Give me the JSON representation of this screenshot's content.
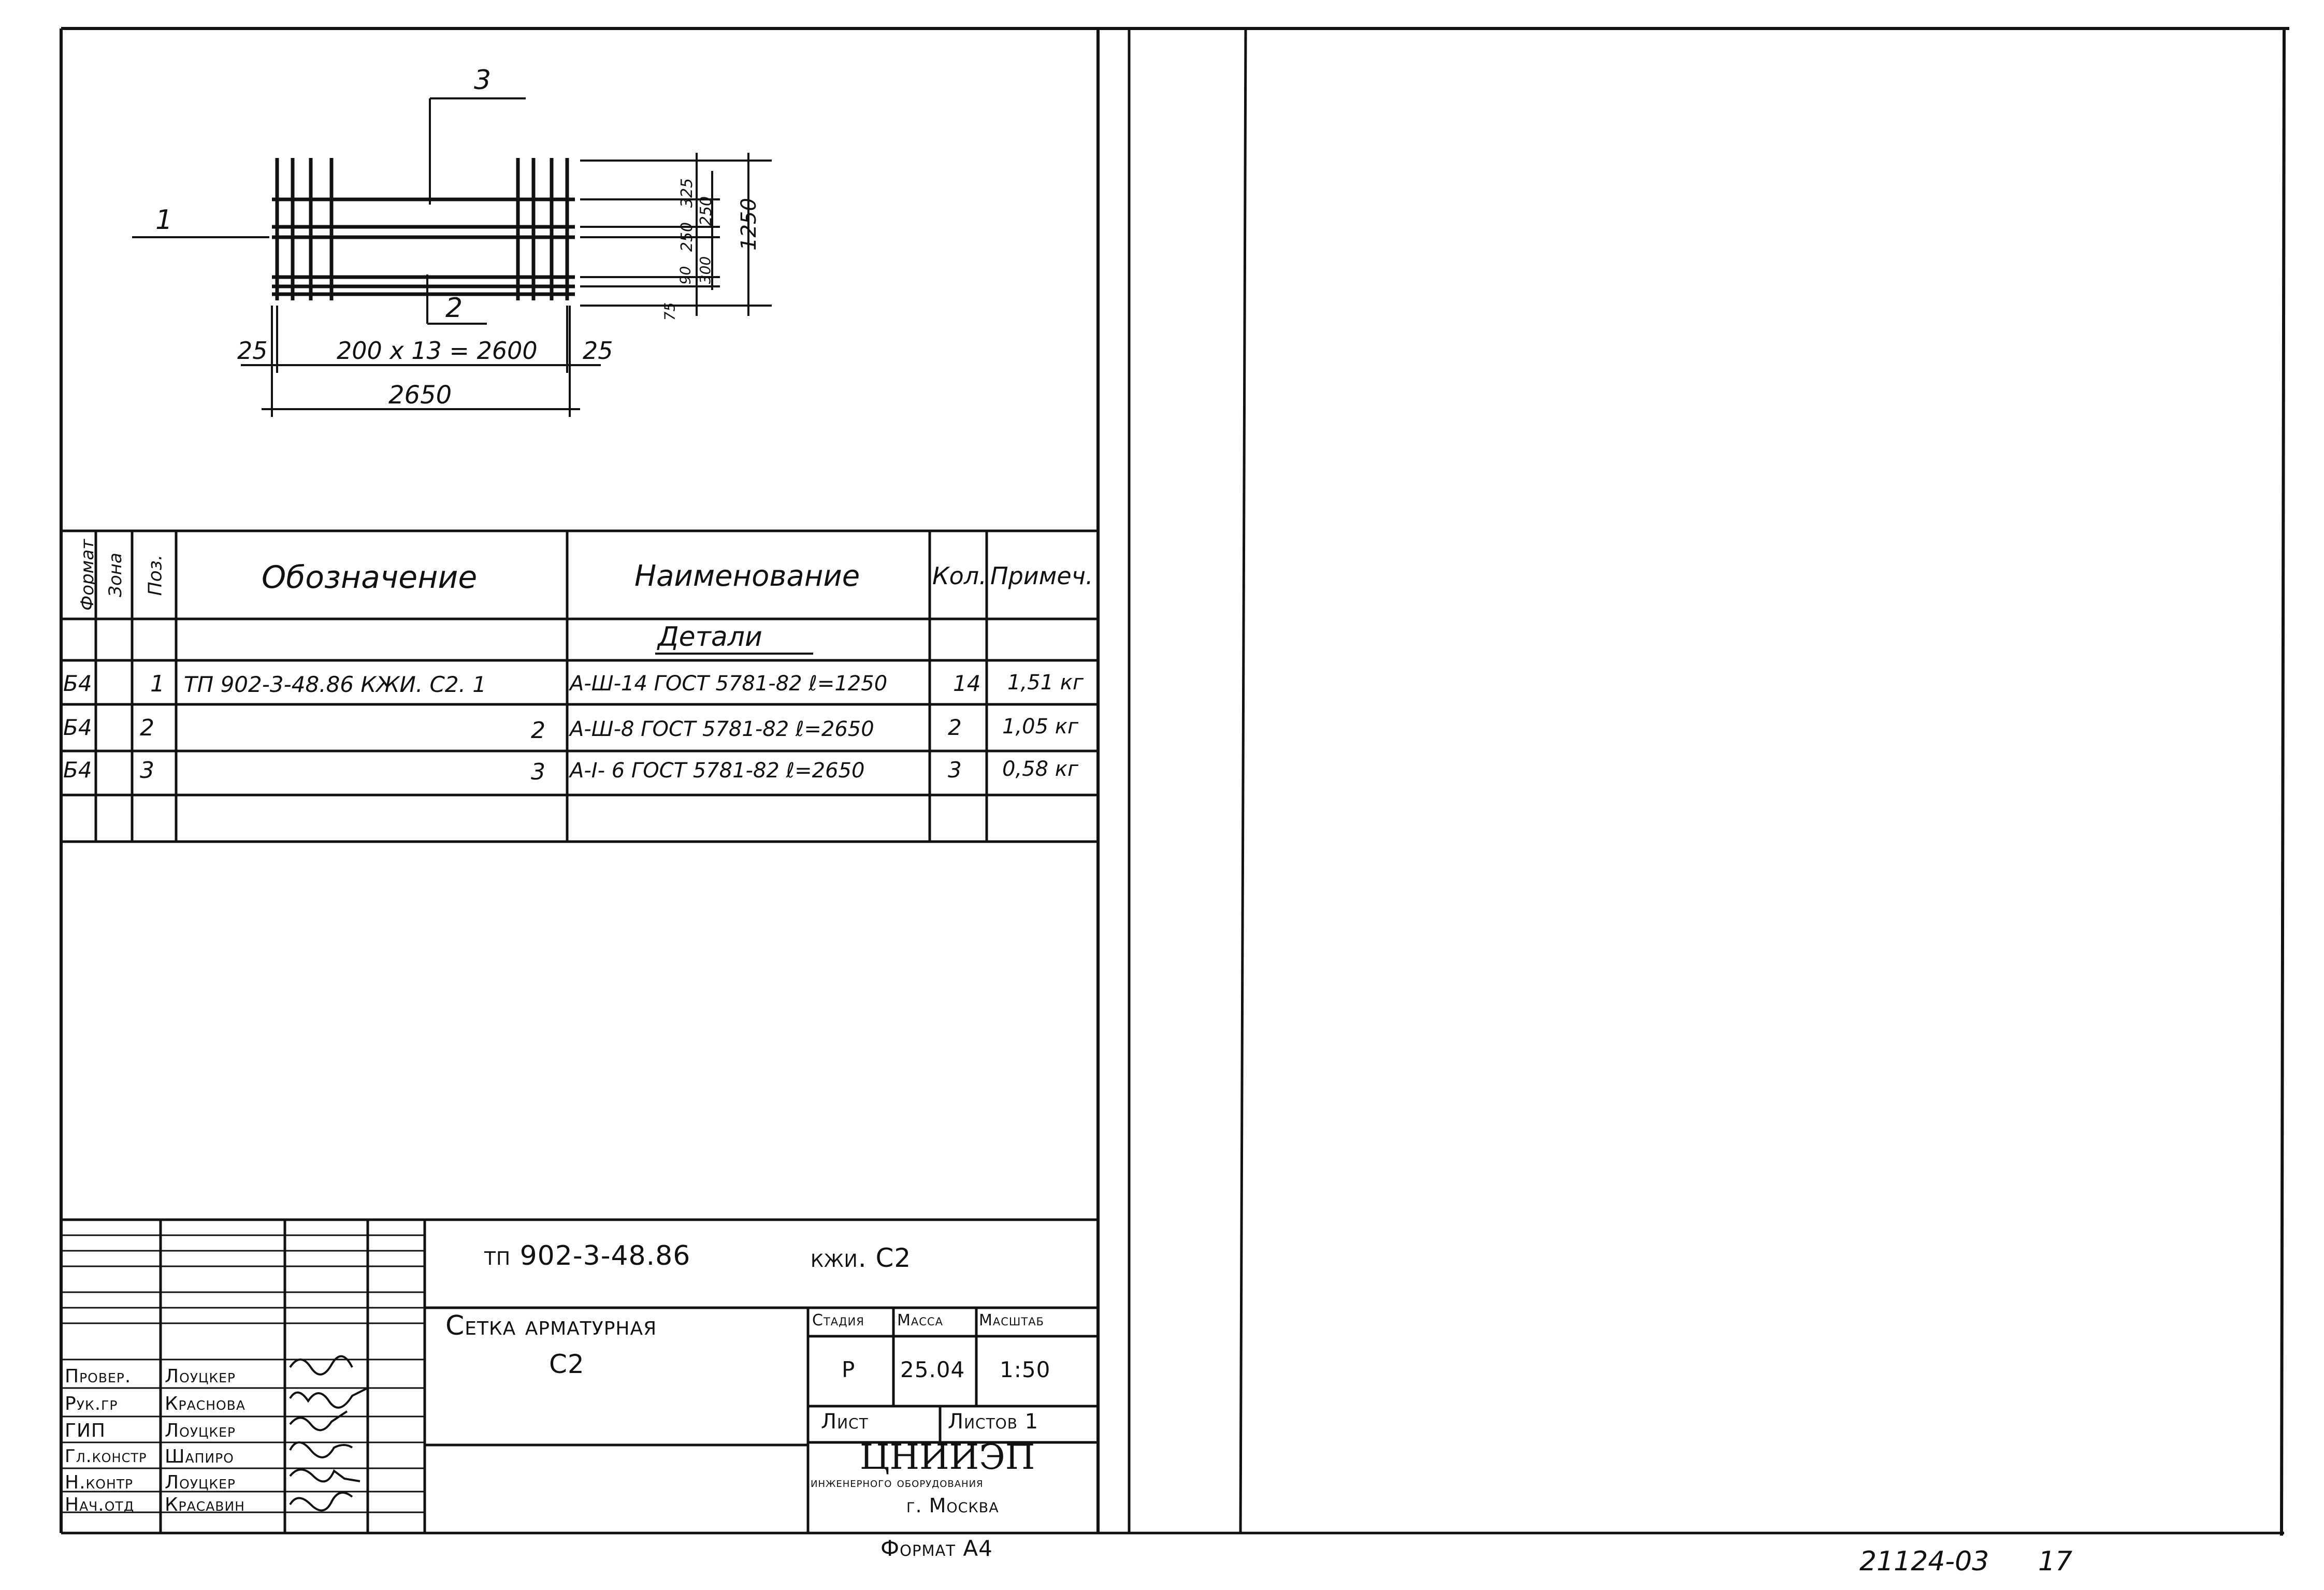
{
  "drawing": {
    "callouts": {
      "pos1": "1",
      "pos2": "2",
      "pos3": "3"
    },
    "dims_left": "25",
    "dims_right": "25",
    "dim_spacing": "200 x 13 = 2600",
    "dim_total": "2650",
    "vdims": [
      "325",
      "250",
      "250",
      "90",
      "300",
      "75",
      "1250"
    ]
  },
  "spec_table": {
    "headers": {
      "format": "Формат",
      "zone": "Зона",
      "pos": "Поз.",
      "designation": "Обозначение",
      "name": "Наименование",
      "qty": "Кол.",
      "note": "Примеч."
    },
    "section_title": "Детали",
    "rows": [
      {
        "format": "Б4",
        "pos": "1",
        "designation": "ТП 902-3-48.86   КЖИ. С2. 1",
        "name": "А-Ш-14 ГОСТ 5781-82  ℓ=1250",
        "qty": "14",
        "note": "1,51 кг"
      },
      {
        "format": "Б4",
        "pos": "2",
        "designation": "2",
        "name": "А-Ш-8 ГОСТ 5781-82  ℓ=2650",
        "qty": "2",
        "note": "1,05 кг"
      },
      {
        "format": "Б4",
        "pos": "3",
        "designation": "3",
        "name": "А-I- 6 ГОСТ 5781-82  ℓ=2650",
        "qty": "3",
        "note": "0,58 кг"
      }
    ]
  },
  "title_block": {
    "doc_code": "тп 902-3-48.86",
    "doc_mark": "кжи. С2",
    "title_line1": "Сетка арматурная",
    "title_line2": "С2",
    "stage_label": "Стадия",
    "mass_label": "Масса",
    "scale_label": "Масштаб",
    "stage": "Р",
    "mass": "25.04",
    "scale": "1:50",
    "sheet_label": "Лист",
    "sheets_label": "Листов 1",
    "org_name": "ЦНИИЭП",
    "org_line2": "инженерного оборудования",
    "org_city": "г. Москва",
    "signatures": [
      {
        "role": "Провер.",
        "name": "Лоуцкер"
      },
      {
        "role": "Рук.гр",
        "name": "Краснова"
      },
      {
        "role": "ГИП",
        "name": "Лоуцкер"
      },
      {
        "role": "Гл.констр",
        "name": "Шапиро"
      },
      {
        "role": "Н.контр",
        "name": "Лоуцкер"
      },
      {
        "role": "Нач.отд",
        "name": "Красавин"
      }
    ]
  },
  "footer": {
    "format": "Формат А4",
    "archive_no": "21124-03",
    "page_no": "17"
  }
}
